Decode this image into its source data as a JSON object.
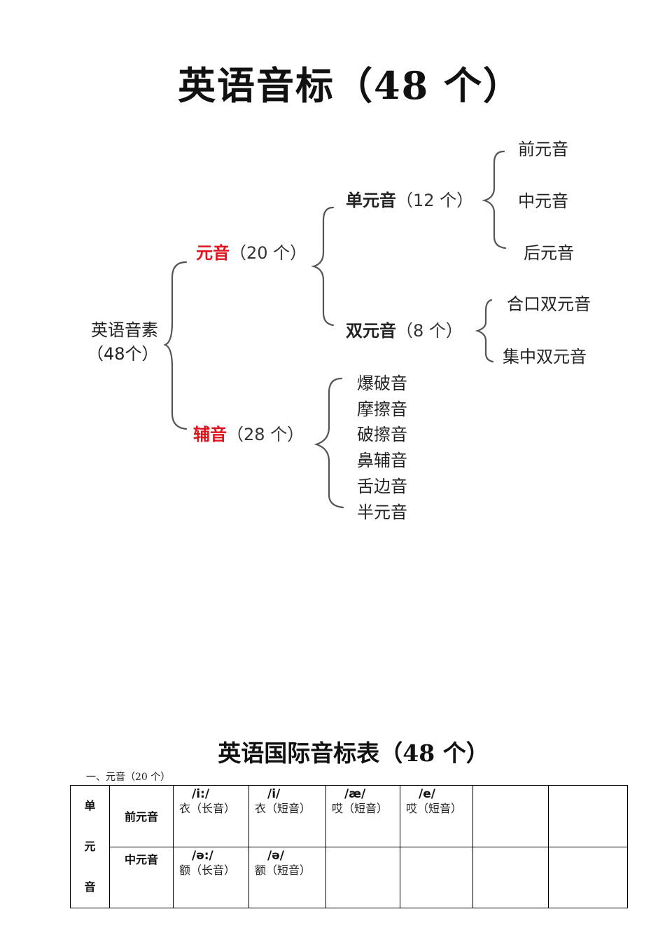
{
  "title": "英语音标（48 个）",
  "diagram": {
    "root": {
      "line1": "英语音素",
      "line2": "（48个）"
    },
    "vowel": {
      "name": "元音",
      "count": "（20 个）"
    },
    "consonant": {
      "name": "辅音",
      "count": "（28 个）"
    },
    "monophthong": {
      "name": "单元音",
      "count": "（12 个）"
    },
    "diphthong": {
      "name": "双元音",
      "count": "（8 个）"
    },
    "monophthong_types": [
      "前元音",
      "中元音",
      "后元音"
    ],
    "diphthong_types": [
      "合口双元音",
      "集中双元音"
    ],
    "consonant_types": [
      "爆破音",
      "摩擦音",
      "破擦音",
      "鼻辅音",
      "舌边音",
      "半元音"
    ]
  },
  "table_section": {
    "title": "英语国际音标表（48 个）",
    "section_label": "一、元音（20 个）",
    "group_label": [
      "单",
      "元",
      "音"
    ],
    "rows": [
      {
        "category": "前元音",
        "cells": [
          {
            "symbol": "/i:/",
            "desc": "衣（长音）"
          },
          {
            "symbol": "/i/",
            "desc": "衣（短音）"
          },
          {
            "symbol": "/æ/",
            "desc": "哎（短音）"
          },
          {
            "symbol": "/e/",
            "desc": "哎（短音）"
          },
          {
            "symbol": "",
            "desc": ""
          },
          {
            "symbol": "",
            "desc": ""
          }
        ]
      },
      {
        "category": "中元音",
        "cells": [
          {
            "symbol": "/ə:/",
            "desc": "额（长音）"
          },
          {
            "symbol": "/ə/",
            "desc": "额（短音）"
          },
          {
            "symbol": "",
            "desc": ""
          },
          {
            "symbol": "",
            "desc": ""
          },
          {
            "symbol": "",
            "desc": ""
          },
          {
            "symbol": "",
            "desc": ""
          }
        ]
      }
    ]
  }
}
